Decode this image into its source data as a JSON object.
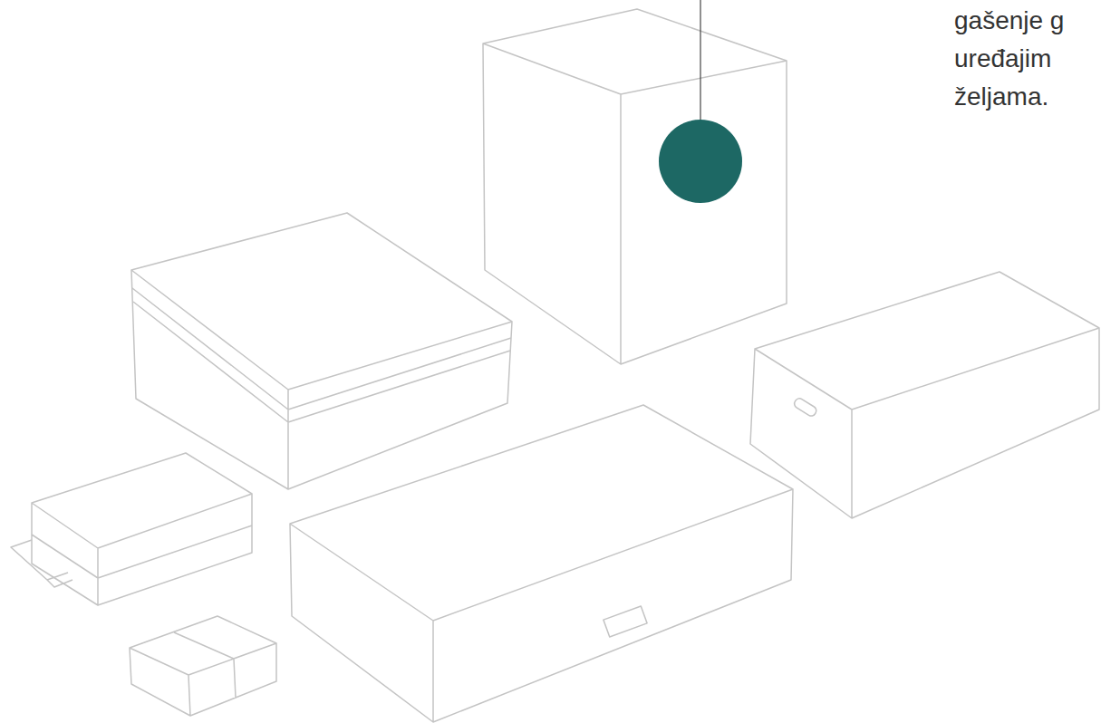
{
  "diagram": {
    "labels": [
      "gašenje g",
      "uređajim",
      "željama."
    ]
  }
}
